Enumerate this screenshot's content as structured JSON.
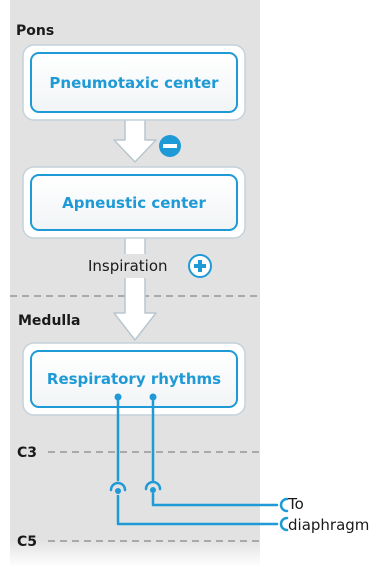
{
  "regions": {
    "pons": "Pons",
    "medulla": "Medulla",
    "c3": "C3",
    "c5": "C5"
  },
  "boxes": {
    "pneumotaxic": "Pneumotaxic center",
    "apneustic": "Apneustic center",
    "rhythms": "Respiratory rhythms"
  },
  "labels": {
    "inspiration": "Inspiration",
    "to": "To",
    "diaphragm": "diaphragm"
  },
  "signs": {
    "inhibit": "−",
    "excite": "+"
  },
  "colors": {
    "accent": "#1e9ad6",
    "panel": "#e2e2e2",
    "divider": "#a9a9a9"
  }
}
